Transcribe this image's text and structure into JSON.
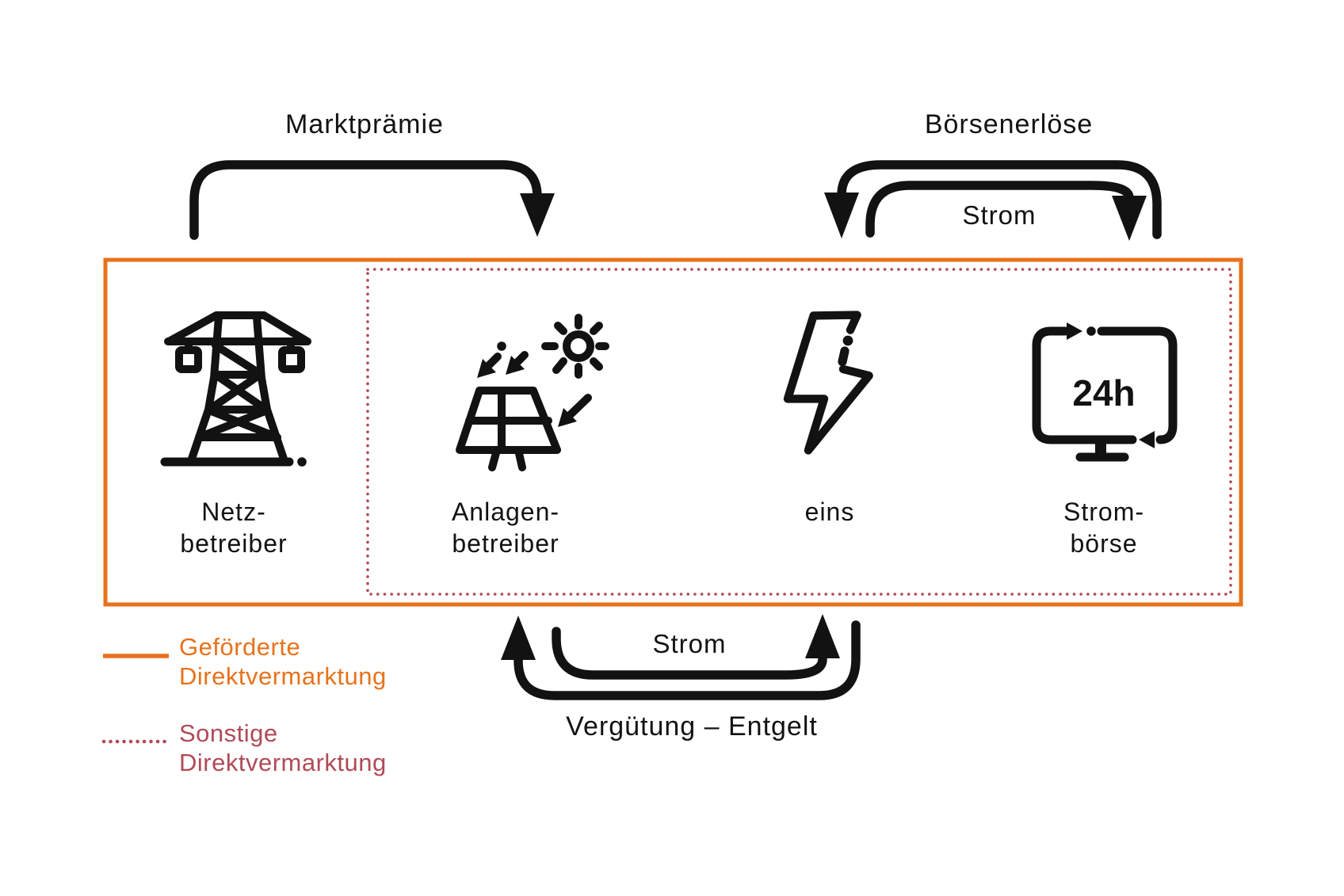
{
  "diagram": {
    "title_flows": {
      "marktpraemie": "Marktprämie",
      "boersenerloese": "Börsenerlöse",
      "strom_top": "Strom"
    },
    "bottom_flows": {
      "strom": "Strom",
      "verguetung_entgelt": "Vergütung – Entgelt"
    },
    "entities": {
      "netzbetreiber": {
        "line1": "Netz-",
        "line2": "betreiber",
        "icon": "transmission-tower-icon"
      },
      "anlagenbetreiber": {
        "line1": "Anlagen-",
        "line2": "betreiber",
        "icon": "solar-panel-sun-icon"
      },
      "eins": {
        "line1": "eins",
        "icon": "lightning-bolt-icon"
      },
      "stromboerse": {
        "line1": "Strom-",
        "line2": "börse",
        "icon": "stock-exchange-24h-icon",
        "icon_text": "24h"
      }
    },
    "legend": {
      "gefoerderte": {
        "line1": "Geförderte",
        "line2": "Direktvermarktung",
        "style": "solid"
      },
      "sonstige": {
        "line1": "Sonstige",
        "line2": "Direktvermarktung",
        "style": "dotted"
      }
    },
    "colors": {
      "orange": "#E8721C",
      "crimson": "#B04A58",
      "ink": "#121212"
    }
  }
}
